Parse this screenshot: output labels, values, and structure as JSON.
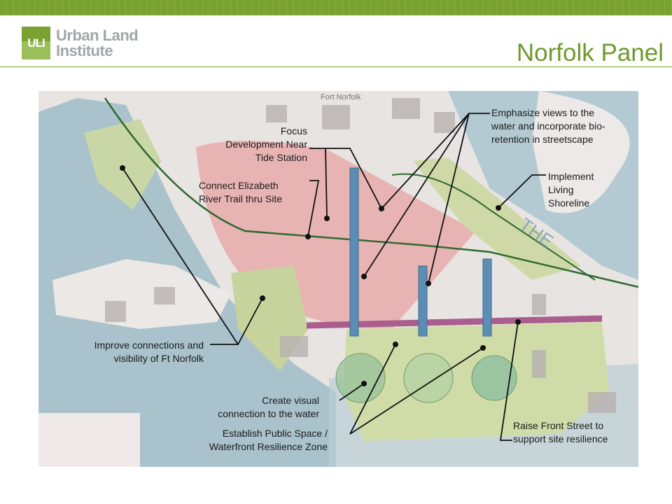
{
  "header": {
    "logo_mark": "ULI",
    "logo_line1": "Urban Land",
    "logo_line2": "Institute",
    "title": "Norfolk Panel"
  },
  "map": {
    "place_label": "Fort Norfolk",
    "water_label": "THE",
    "annotations": {
      "views": "Emphasize views to the\nwater and incorporate bio-\nretention in streetscape",
      "focus": "Focus\nDevelopment Near\nTide Station",
      "trail": "Connect Elizabeth\nRiver Trail thru Site",
      "shoreline": "Implement\nLiving\nShoreline",
      "connections": "Improve connections and\nvisibility of Ft Norfolk",
      "visual": "Create visual\nconnection to the water",
      "public_space": "Establish Public Space /\nWaterfront Resilience Zone",
      "front_street": "Raise Front Street to\nsupport site resilience"
    }
  }
}
